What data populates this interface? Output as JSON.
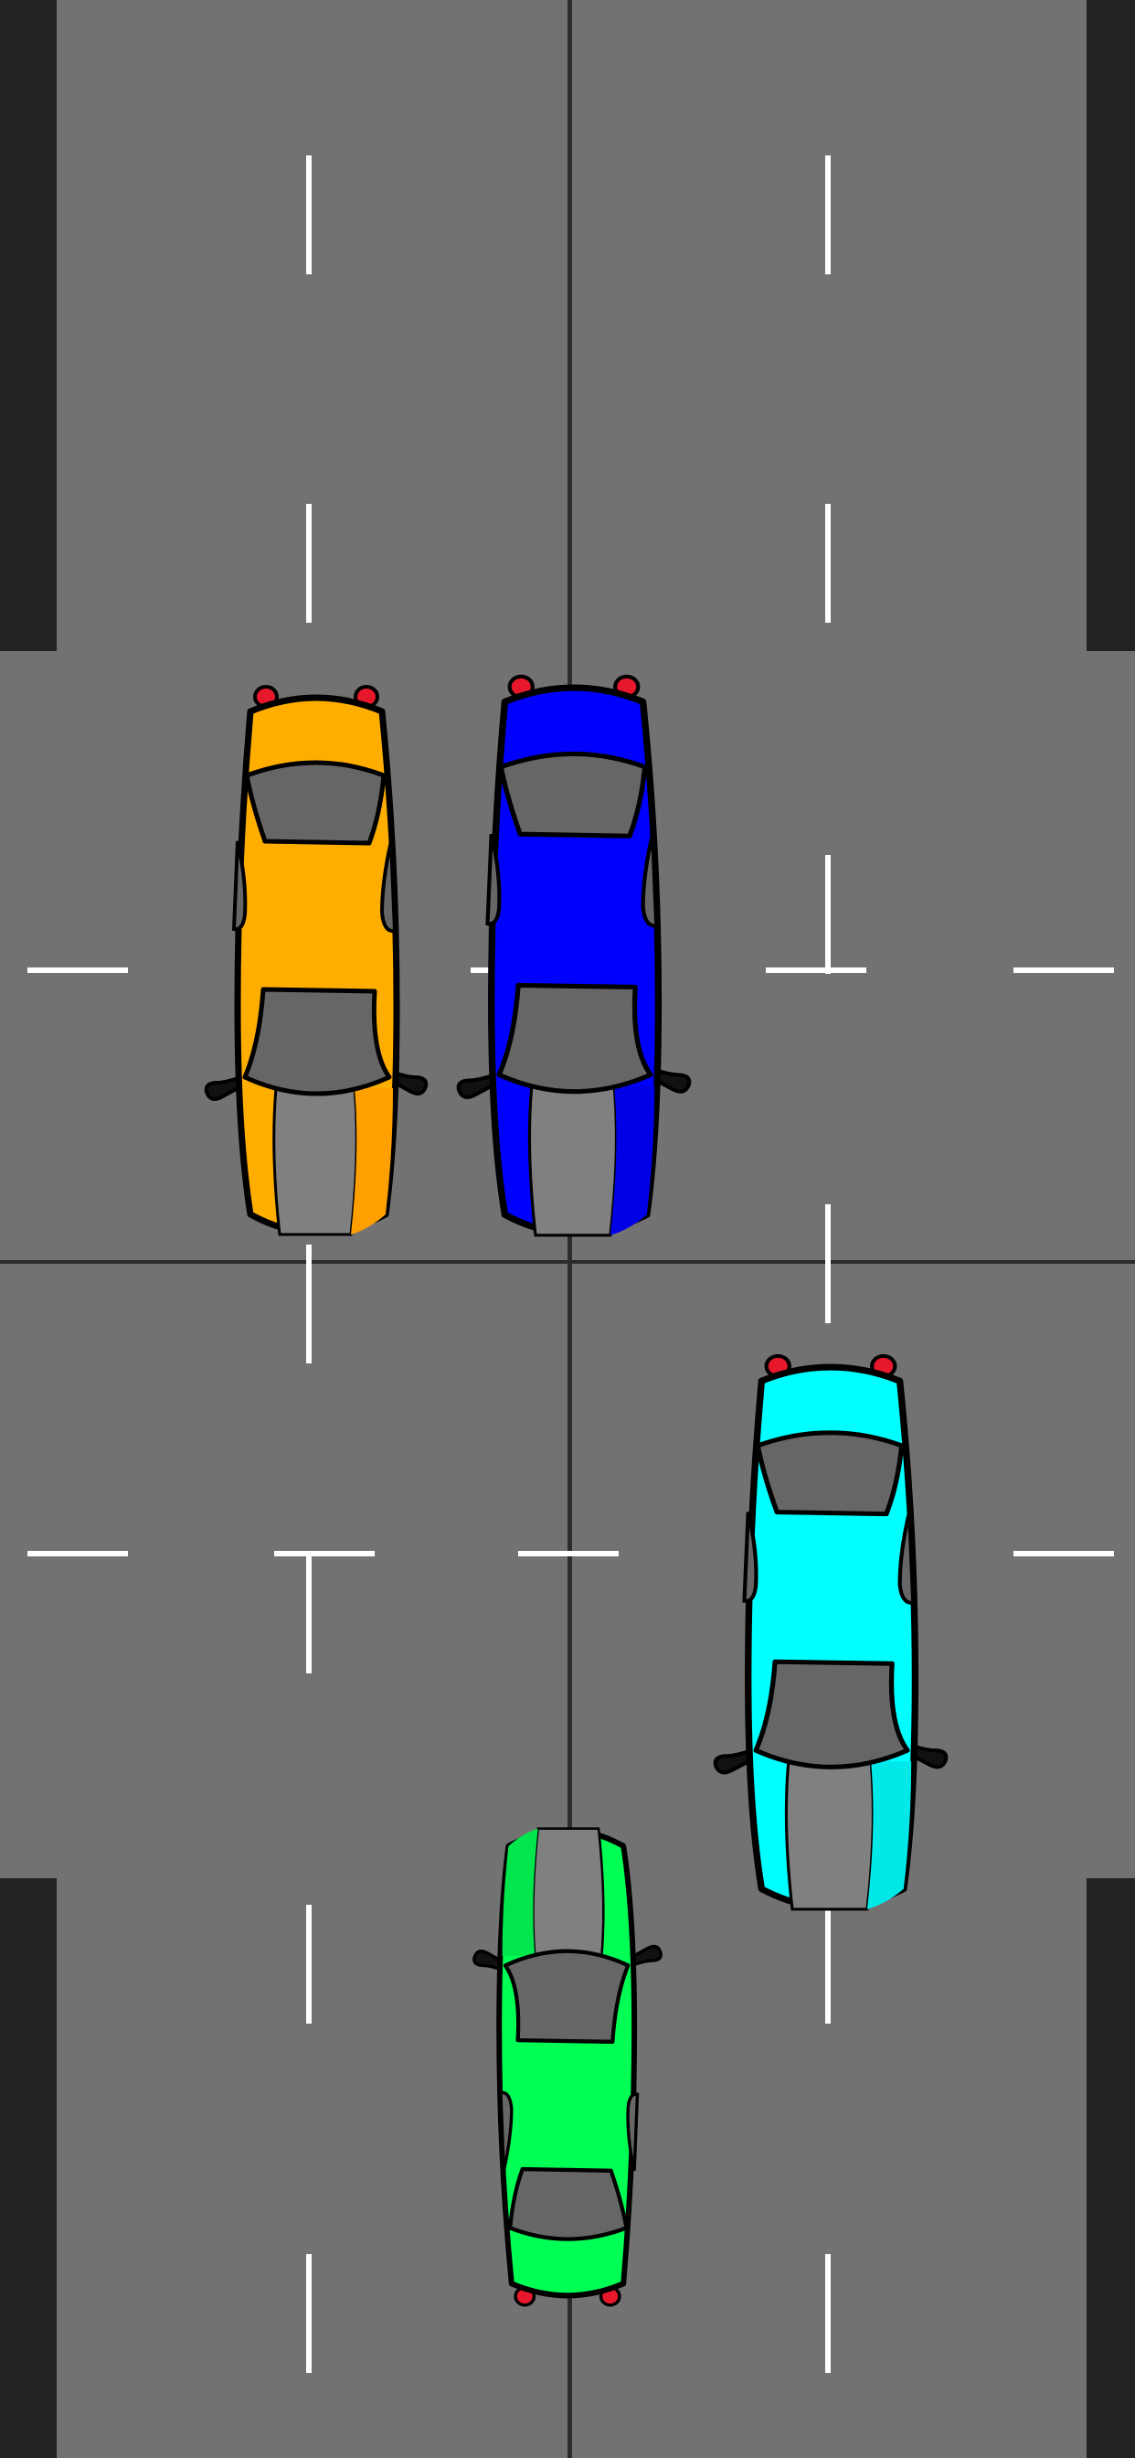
{
  "game": {
    "colors": {
      "asphalt": "#737272",
      "curb": "#222222",
      "lane_marking": "#ffffff",
      "divider": "#2b2b2b",
      "window": "#666666",
      "stripe": "#808080",
      "taillight": "#e8182c",
      "outline": "#000000"
    },
    "cars": [
      {
        "id": "orange",
        "label": "orange-car",
        "body_color": "#ffae00",
        "stripe_accent": "#ffa000",
        "heading": "up",
        "has_stripes": true
      },
      {
        "id": "blue",
        "label": "blue-car",
        "body_color": "#0000ff",
        "stripe_accent": "#0000e6",
        "heading": "up",
        "has_stripes": true
      },
      {
        "id": "cyan",
        "label": "cyan-car",
        "body_color": "#00ffff",
        "stripe_accent": "#00e8e8",
        "heading": "up",
        "has_stripes": true
      },
      {
        "id": "green",
        "label": "green-car",
        "body_color": "#00ff55",
        "stripe_accent": "#00e64c",
        "heading": "down",
        "has_stripes": true
      }
    ]
  }
}
